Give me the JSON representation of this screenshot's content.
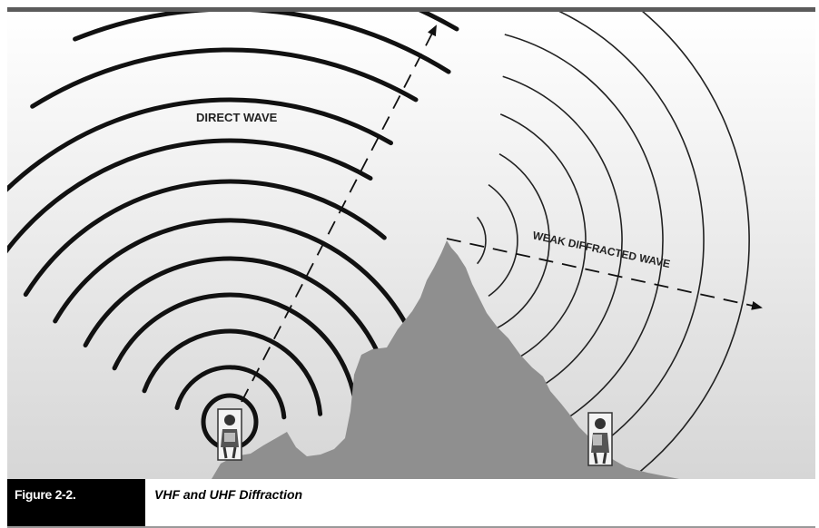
{
  "labels": {
    "direct_wave": "DIRECT WAVE",
    "weak_diffracted_wave": "WEAK DIFFRACTED WAVE"
  },
  "caption": {
    "figure_number": "Figure 2-2.",
    "title": "VHF and UHF Diffraction"
  },
  "colors": {
    "background_gradient_top": "#ffffff",
    "background_gradient_bottom": "#d9d9d9",
    "mountain": "#8f8f8f",
    "wave_lines": "#111111",
    "caption_label_bg": "#000000",
    "caption_label_text": "#ffffff"
  },
  "icons": {
    "transmitter": "radio-operator-icon",
    "receiver": "radio-operator-icon"
  }
}
